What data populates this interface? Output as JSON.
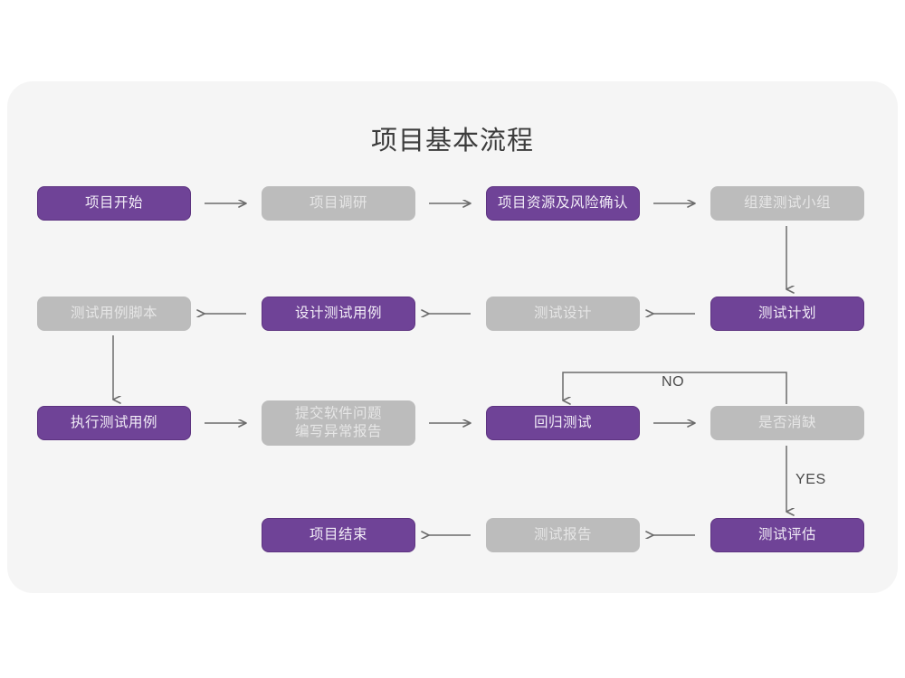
{
  "diagram": {
    "title": "项目基本流程",
    "colors": {
      "page_background": "#ffffff",
      "panel_background": "#f5f5f5",
      "active_fill": "#6f4397",
      "active_border": "#5d3380",
      "active_text": "#f2edf7",
      "muted_fill": "#bcbcbc",
      "muted_text": "#e6e6e6",
      "connector": "#6b6b6b",
      "title_text": "#3c3c3c"
    },
    "nodes": [
      {
        "id": "n1",
        "label": "项目开始",
        "style": "purple",
        "row": 1,
        "col": 1
      },
      {
        "id": "n2",
        "label": "项目调研",
        "style": "gray",
        "row": 1,
        "col": 2
      },
      {
        "id": "n3",
        "label": "项目资源及风险确认",
        "style": "purple",
        "row": 1,
        "col": 3
      },
      {
        "id": "n4",
        "label": "组建测试小组",
        "style": "gray",
        "row": 1,
        "col": 4
      },
      {
        "id": "n5",
        "label": "测试用例脚本",
        "style": "gray",
        "row": 2,
        "col": 1
      },
      {
        "id": "n6",
        "label": "设计测试用例",
        "style": "purple",
        "row": 2,
        "col": 2
      },
      {
        "id": "n7",
        "label": "测试设计",
        "style": "gray",
        "row": 2,
        "col": 3
      },
      {
        "id": "n8",
        "label": "测试计划",
        "style": "purple",
        "row": 2,
        "col": 4
      },
      {
        "id": "n9",
        "label": "执行测试用例",
        "style": "purple",
        "row": 3,
        "col": 1
      },
      {
        "id": "n10",
        "label": "提交软件问题\n编写异常报告",
        "style": "gray",
        "row": 3,
        "col": 2
      },
      {
        "id": "n11",
        "label": "回归测试",
        "style": "purple",
        "row": 3,
        "col": 3
      },
      {
        "id": "n12",
        "label": "是否消缺",
        "style": "gray",
        "row": 3,
        "col": 4
      },
      {
        "id": "n13",
        "label": "项目结束",
        "style": "purple",
        "row": 4,
        "col": 2
      },
      {
        "id": "n14",
        "label": "测试报告",
        "style": "gray",
        "row": 4,
        "col": 3
      },
      {
        "id": "n15",
        "label": "测试评估",
        "style": "purple",
        "row": 4,
        "col": 4
      }
    ],
    "edges": [
      {
        "id": "e1",
        "from": "n1",
        "to": "n2",
        "label": "",
        "direction": "right"
      },
      {
        "id": "e2",
        "from": "n2",
        "to": "n3",
        "label": "",
        "direction": "right"
      },
      {
        "id": "e3",
        "from": "n3",
        "to": "n4",
        "label": "",
        "direction": "right"
      },
      {
        "id": "e4",
        "from": "n4",
        "to": "n8",
        "label": "",
        "direction": "down"
      },
      {
        "id": "e5",
        "from": "n8",
        "to": "n7",
        "label": "",
        "direction": "left"
      },
      {
        "id": "e6",
        "from": "n7",
        "to": "n6",
        "label": "",
        "direction": "left"
      },
      {
        "id": "e7",
        "from": "n6",
        "to": "n5",
        "label": "",
        "direction": "left"
      },
      {
        "id": "e8",
        "from": "n5",
        "to": "n9",
        "label": "",
        "direction": "down"
      },
      {
        "id": "e9",
        "from": "n9",
        "to": "n10",
        "label": "",
        "direction": "right"
      },
      {
        "id": "e10",
        "from": "n10",
        "to": "n11",
        "label": "",
        "direction": "right"
      },
      {
        "id": "e11",
        "from": "n11",
        "to": "n12",
        "label": "",
        "direction": "right"
      },
      {
        "id": "e12",
        "from": "n12",
        "to": "n11",
        "label": "NO",
        "direction": "loop-up-left"
      },
      {
        "id": "e13",
        "from": "n12",
        "to": "n15",
        "label": "YES",
        "direction": "down"
      },
      {
        "id": "e14",
        "from": "n15",
        "to": "n14",
        "label": "",
        "direction": "left"
      },
      {
        "id": "e15",
        "from": "n14",
        "to": "n13",
        "label": "",
        "direction": "left"
      }
    ],
    "edge_labels": {
      "no": "NO",
      "yes": "YES"
    }
  }
}
